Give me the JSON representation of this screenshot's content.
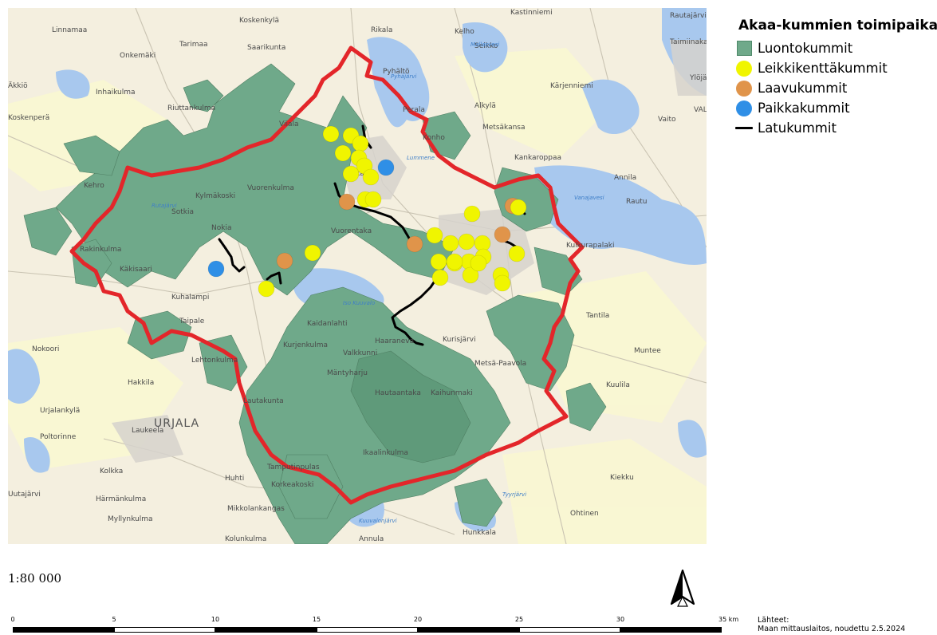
{
  "legend": {
    "title": "Akaa-kummien toimipaikat",
    "items": [
      {
        "label": "Luontokummit",
        "symbol": "square",
        "color": "#6fa98a"
      },
      {
        "label": "Leikkikenttäkummit",
        "symbol": "circle",
        "color": "#f0f500"
      },
      {
        "label": "Laavukummit",
        "symbol": "circle",
        "color": "#e0944a"
      },
      {
        "label": "Paikkakummit",
        "symbol": "circle",
        "color": "#2f8fe6"
      },
      {
        "label": "Latukummit",
        "symbol": "line",
        "color": "#000000"
      }
    ]
  },
  "map": {
    "boundary_color": "#e3262a",
    "green_color": "#6fa98a",
    "water_color": "#a8c8ee",
    "place_labels": [
      "Linnamaa",
      "Koskenkylä",
      "Rikala",
      "Kelho",
      "Kastinniemi",
      "Rautajärvi",
      "Onkemäki",
      "Tarimaa",
      "Saarikunta",
      "Pyhältö",
      "Seikko",
      "Taimiinaka",
      "Äkkiö",
      "Inhaikulma",
      "Koskenperä",
      "Kärjenniemi",
      "Ylöjä",
      "Riuttankulma",
      "Viiala",
      "Perala",
      "Alkylä",
      "VAL",
      "Metsäkansa",
      "Vaito",
      "Konho",
      "Kankaroppaa",
      "Kehro",
      "Annila",
      "Rautu",
      "Vuorenkulma",
      "Akaa",
      "Nokia",
      "Vuorentaka",
      "Kulkurapalaki",
      "Rakinkulma",
      "Sotkia",
      "Kylmäkoski",
      "Kurjenkulma",
      "Kaidanlahti",
      "Kuhalampi",
      "Käkisaari",
      "Taipale",
      "Kurisjärvi",
      "Tantila",
      "Nokoori",
      "Hakkila",
      "Lautakunta",
      "Metsä-Paavola",
      "Kuulila",
      "Muntee",
      "Urjalankylä",
      "URJALA",
      "Poltorinne",
      "Laukeela",
      "Kolkka",
      "Huhti",
      "Tamputinpulas",
      "Kiekku",
      "Härmänkulma",
      "Myllynkulma",
      "Mikkolankangas",
      "Ohtinen",
      "Kolunkulma",
      "Annula",
      "Hunkkala",
      "Kaihunmaki",
      "Hautaantaka",
      "Ikaalinkulma",
      "Uutajärvi",
      "Mäntyharju",
      "Valkkunni",
      "Lehtonkulma",
      "Haaraneva",
      "Korkeakoski"
    ],
    "water_labels": [
      "Pyhäjärvi",
      "Mallasvesi",
      "Lummene",
      "Vanajavesi",
      "Iso Kuuvalo",
      "Tyyrjärvi",
      "Rutajärvi",
      "Kuuvalonjärvi"
    ]
  },
  "scale": {
    "text": "1:80 000",
    "ticks": [
      "0",
      "5",
      "10",
      "15",
      "20",
      "25",
      "30",
      "35 km"
    ]
  },
  "source": {
    "line1": "Lähteet:",
    "line2": "Maan mittauslaitos, noudettu 2.5.2024"
  }
}
